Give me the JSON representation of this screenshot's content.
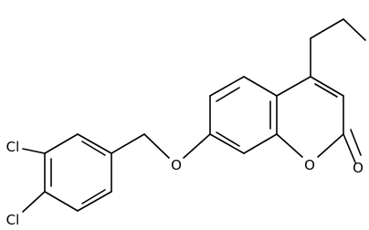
{
  "structure": {
    "atom_labels": {
      "cl_upper": "Cl",
      "cl_lower": "Cl",
      "ether_oxygen": "O",
      "ring_oxygen": "O",
      "carbonyl_oxygen": "O"
    }
  }
}
